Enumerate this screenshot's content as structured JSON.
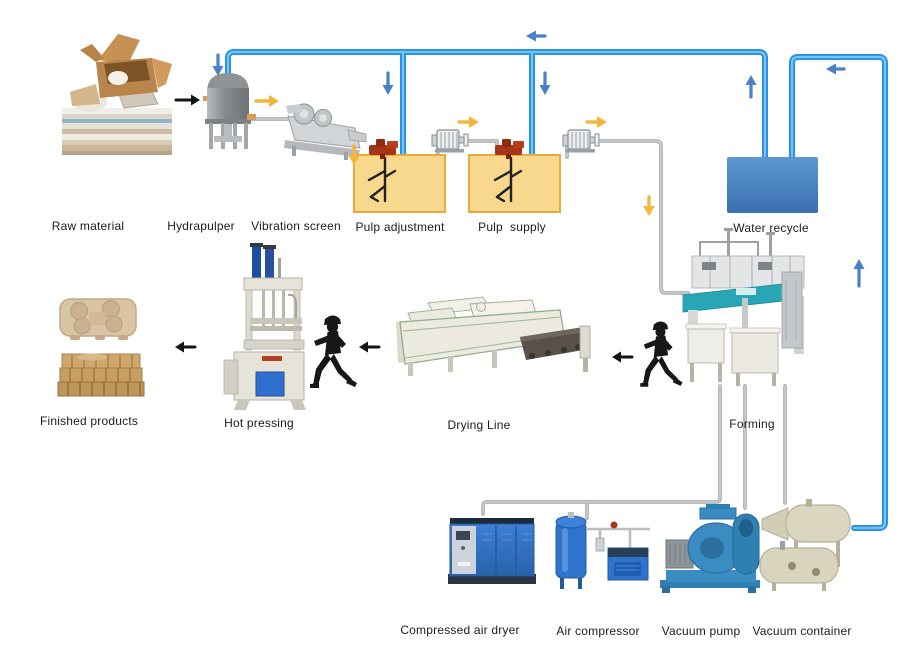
{
  "stations": {
    "raw_material": {
      "label": "Raw material"
    },
    "hydrapulper": {
      "label": "Hydrapulper"
    },
    "vibration_screen": {
      "label": "Vibration screen"
    },
    "pulp_adjustment": {
      "label": "Pulp adjustment"
    },
    "pulp_supply": {
      "label": "Pulp  supply"
    },
    "water_recycle": {
      "label": "Water recycle"
    },
    "forming": {
      "label": "Forming"
    },
    "drying_line": {
      "label": "Drying Line"
    },
    "hot_pressing": {
      "label": "Hot pressing"
    },
    "finished_products": {
      "label": "Finished products"
    },
    "compressed_air_dryer": {
      "label": "Compressed air dryer"
    },
    "air_compressor": {
      "label": "Air compressor"
    },
    "vacuum_pump": {
      "label": "Vacuum pump"
    },
    "vacuum_container": {
      "label": "Vacuum container"
    }
  },
  "flows": {
    "process_sequence": [
      "Raw material",
      "Hydrapulper",
      "Vibration screen",
      "Pulp adjustment",
      "Pulp supply",
      "Forming",
      "Drying Line",
      "Hot pressing",
      "Finished products"
    ],
    "water_loop": [
      "Vacuum container",
      "Water recycle",
      "Hydrapulper / Pulp adjustment / Pulp supply"
    ],
    "support_equipment": [
      "Compressed air dryer",
      "Air compressor",
      "Vacuum pump",
      "Vacuum container"
    ]
  },
  "colors": {
    "water_pipe": "#2f9ff0",
    "water_arrow": "#4a80c8",
    "pulp_arrow": "#f3b63d",
    "process_arrow": "#141414",
    "gray_pipe": "#9ea4a8",
    "pulp_tank_fill": "#f8d88d",
    "pulp_tank_border": "#e9aa3c",
    "water_tank_fill": "#4a84c6",
    "equipment_blue": "#2d6fc4",
    "forming_teal": "#29a6b6",
    "background": "#ffffff"
  }
}
